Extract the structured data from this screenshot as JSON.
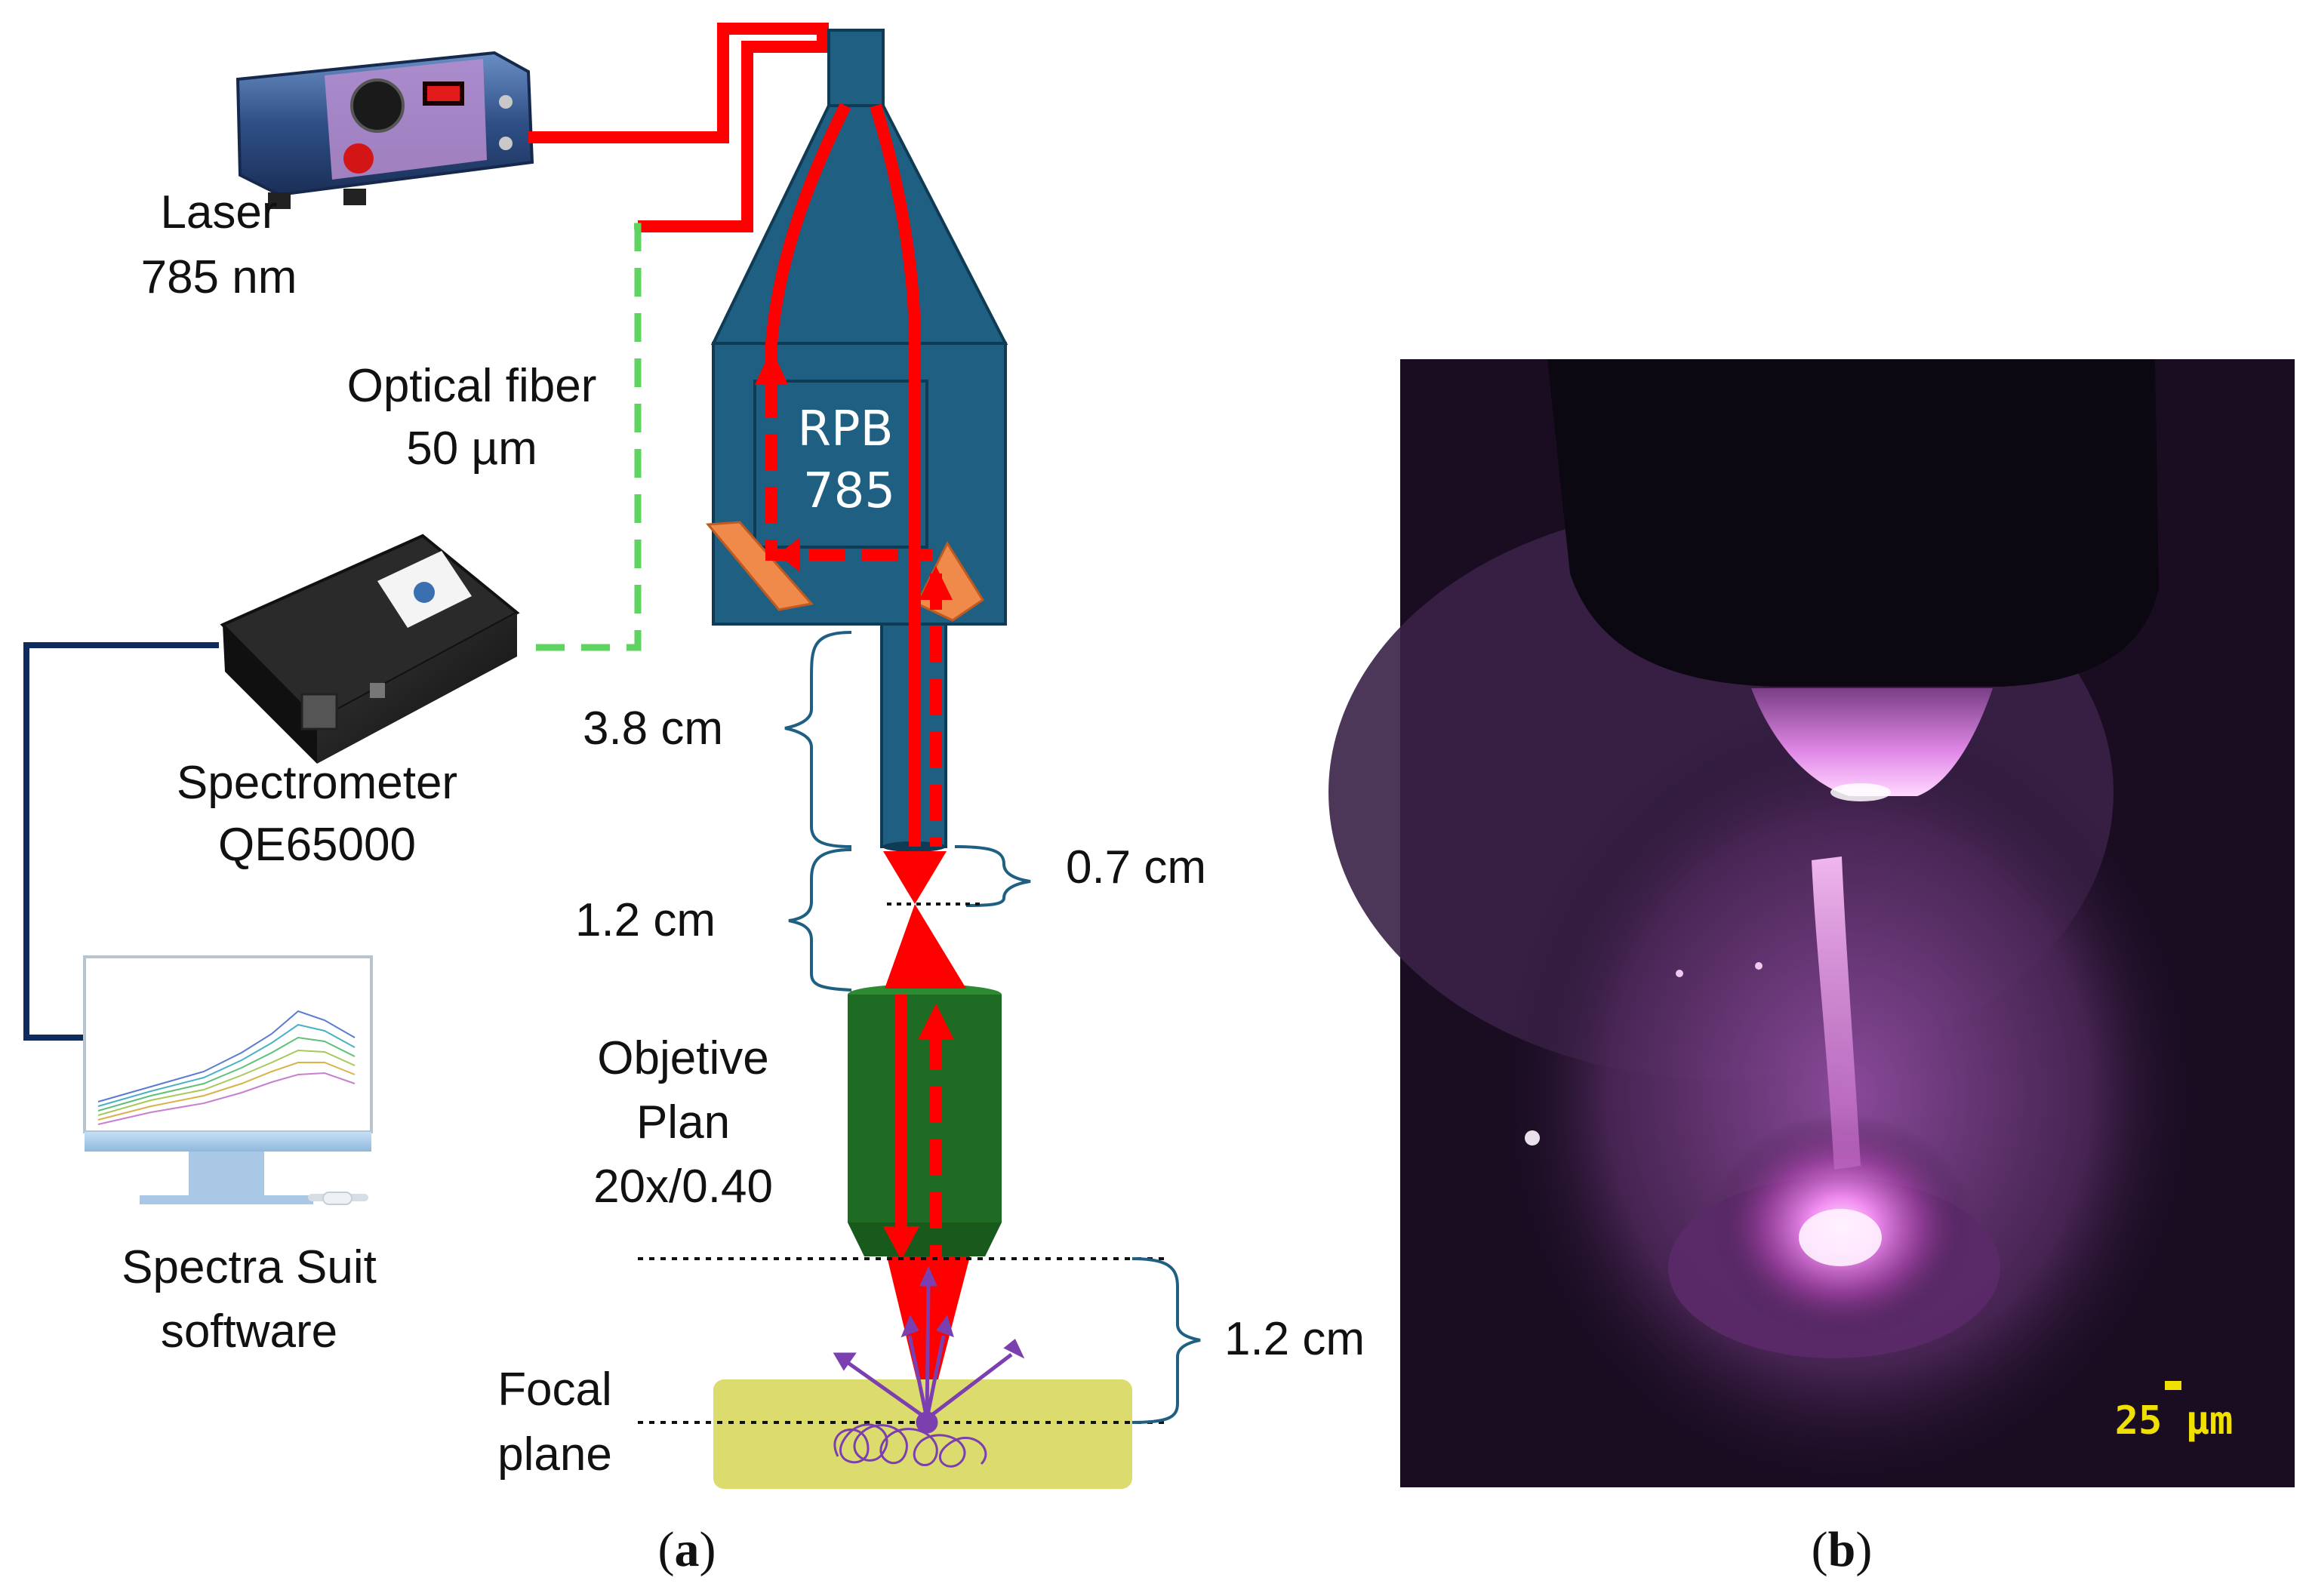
{
  "colors": {
    "beam": "#ff0000",
    "probe_body": "#1f5f82",
    "objective": "#1e6b23",
    "mirror": "#f08a4b",
    "sample": "#dcdc6e",
    "collection_fiber": "#5fd35f",
    "usb_cable": "#0f2a5c",
    "bracket": "#1f5f82",
    "scattering": "#7b3fb0",
    "scale_text": "#f0e000"
  },
  "labels": {
    "laser_name": "Laser",
    "laser_wavelength": "785 nm",
    "fiber_name": "Optical  fiber",
    "fiber_size": "50 µm",
    "spectrometer_name": "Spectrometer",
    "spectrometer_model": "QE65000",
    "software_line1": "Spectra Suit",
    "software_line2": "software",
    "probe_line1": "RPB",
    "probe_line2": "785",
    "objective_line1": "Objetive",
    "objective_line2": "Plan",
    "objective_line3": "20x/0.40",
    "focal_line1": "Focal",
    "focal_line2": "plane"
  },
  "distances": {
    "tube_length": "3.8 cm",
    "lens_focus": "0.7 cm",
    "lens_gap": "1.2 cm",
    "working_distance": "1.2 cm"
  },
  "captions": {
    "left_open": "(",
    "left_letter": "a",
    "left_close": ")",
    "right_open": "(",
    "right_letter": "b",
    "right_close": ")"
  },
  "micrograph": {
    "scale_bar": "25 µm"
  }
}
